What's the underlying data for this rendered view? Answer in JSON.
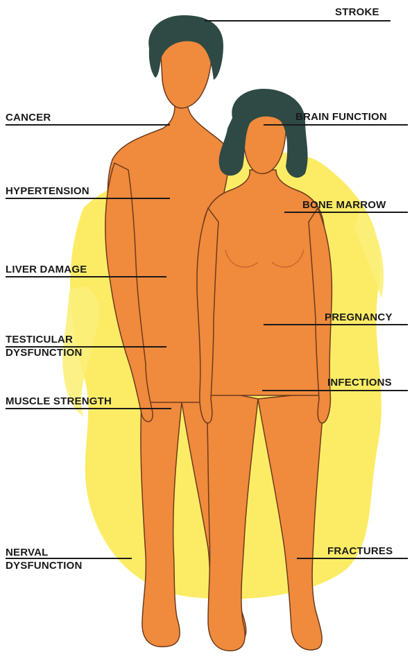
{
  "colors": {
    "skin": "#f08a3c",
    "skin_shade": "#e6792d",
    "outline": "#6b3a1e",
    "hair": "#2f4a44",
    "yellow_glow": "#fbe94a",
    "leader_line": "#1a1a1a"
  },
  "labels": {
    "stroke": "STROKE",
    "cancer": "CANCER",
    "brain_function": "BRAIN FUNCTION",
    "hypertension": "HYPERTENSION",
    "bone_marrow": "BONE MARROW",
    "liver_damage": "LIVER DAMAGE",
    "pregnancy": "PREGNANCY",
    "testicular_dysfunction": "TESTICULAR\nDYSFUNCTION",
    "infections": "INFECTIONS",
    "muscle_strength": "MUSCLE STRENGTH",
    "nerval_dysfunction": "NERVAL\nDYSFUNCTION",
    "fractures": "FRACTURES"
  }
}
